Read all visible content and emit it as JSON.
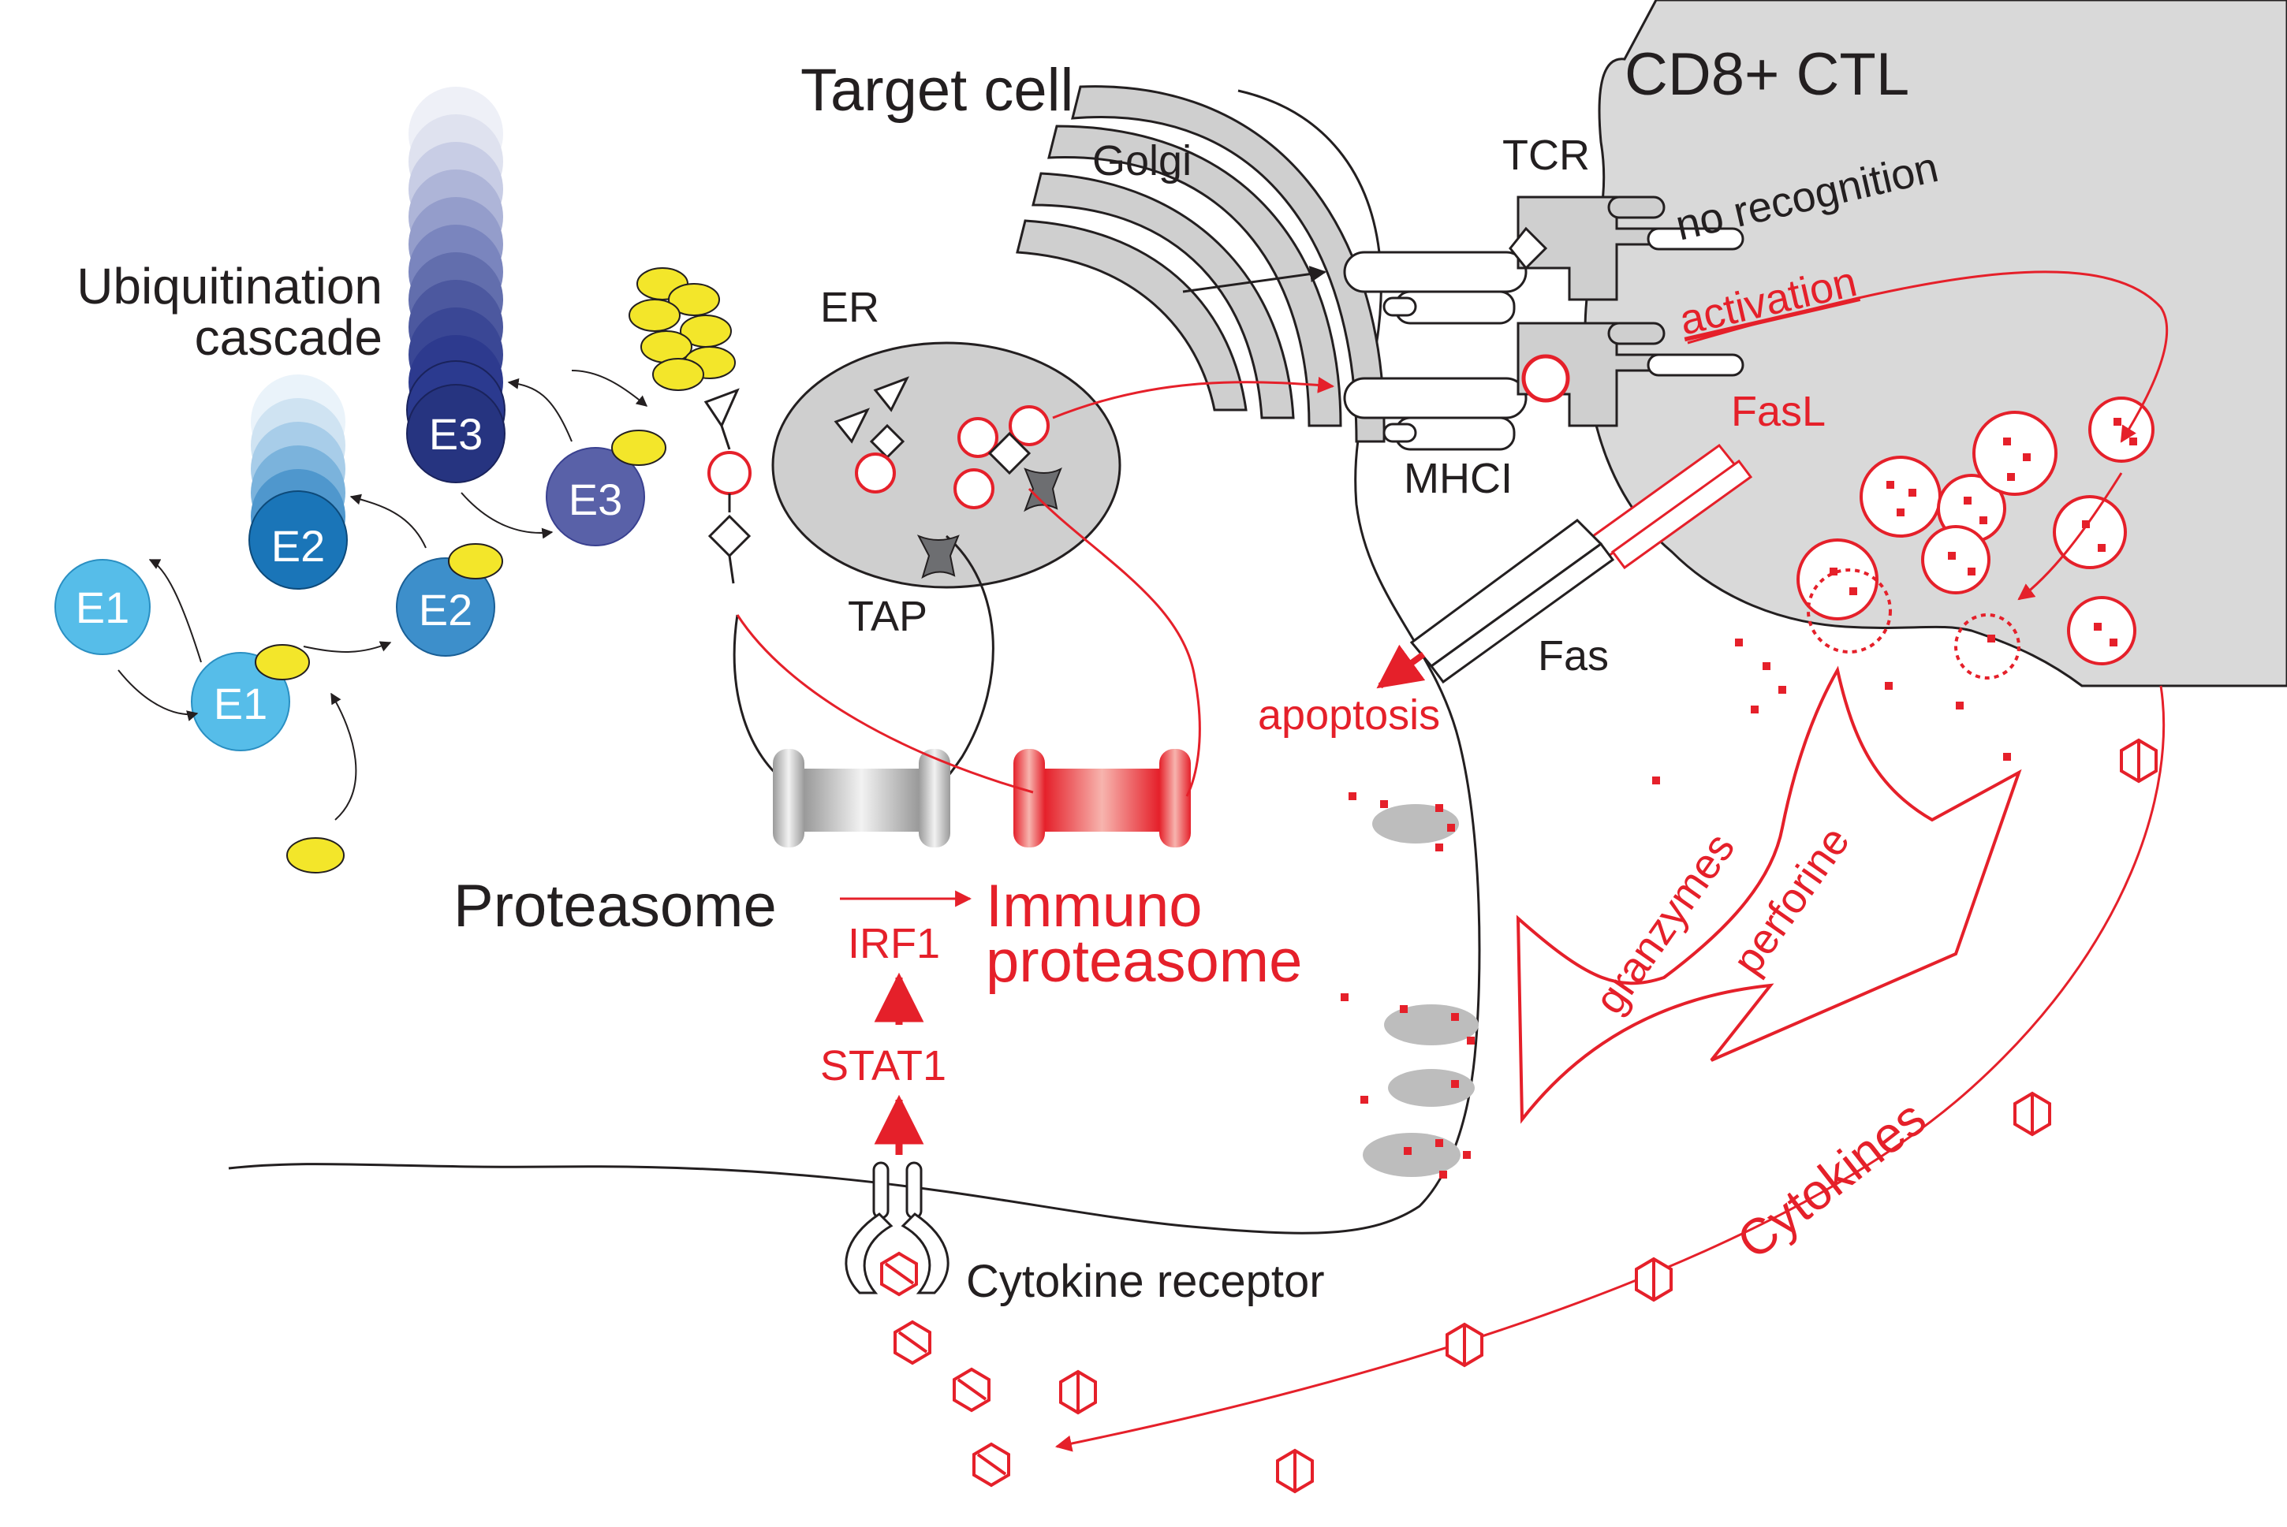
{
  "labels": {
    "target_cell": "Target cell",
    "ctl": "CD8+ CTL",
    "golgi": "Golgi",
    "tcr": "TCR",
    "no_recognition": "no recognition",
    "activation": "activation",
    "ubiq_line1": "Ubiquitination",
    "ubiq_line2": "cascade",
    "er": "ER",
    "tap": "TAP",
    "mhci": "MHCI",
    "fasl": "FasL",
    "fas": "Fas",
    "apoptosis": "apoptosis",
    "proteasome": "Proteasome",
    "immuno_line1": "Immuno",
    "immuno_line2": "proteasome",
    "irf1": "IRF1",
    "stat1": "STAT1",
    "granzymes": "granzymes",
    "perforine": "perforine",
    "cytokines": "Cytokines",
    "cytokine_receptor": "Cytokine receptor"
  },
  "enzymes": {
    "e1": "E1",
    "e2": "E2",
    "e3": "E3"
  },
  "colors": {
    "red": "#e5202a",
    "black": "#231f20",
    "ctl_fill": "#d9d9d9",
    "organelle_gray": "#cfcfcf",
    "ubiquitin_yellow": "#f3e62a",
    "e1_blue": "#56bde9",
    "e2_blue": "#1a75b8",
    "e2b_blue": "#3d8fcb",
    "e3_navy": "#2b3a8f",
    "e3b_purple": "#5961a8"
  }
}
